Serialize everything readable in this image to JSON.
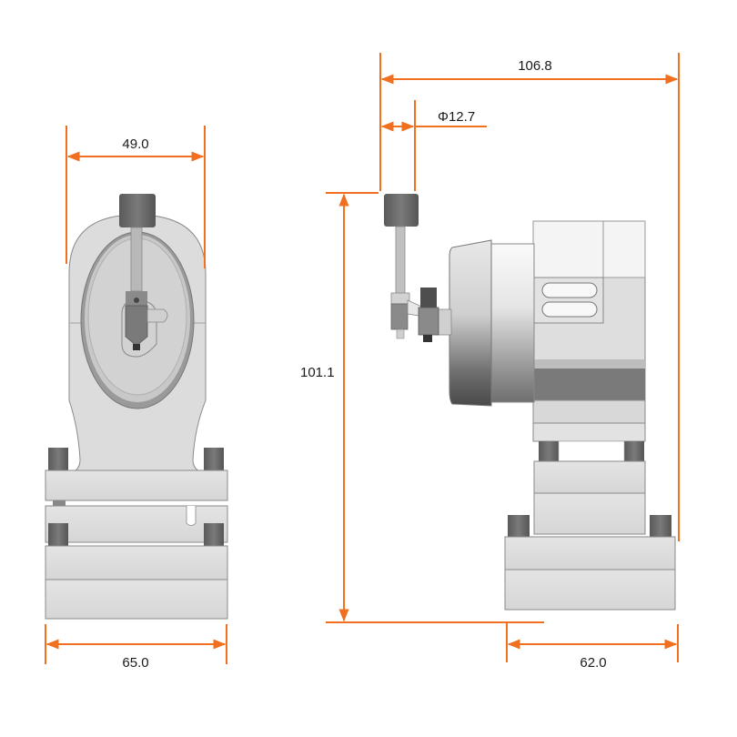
{
  "drawing": {
    "accent_color": "#f07020",
    "front_view": {
      "top_width_label": "49.0",
      "base_width_label": "65.0"
    },
    "side_view": {
      "overall_length_label": "106.8",
      "diameter_label": "Φ12.7",
      "overall_height_label": "101.1",
      "base_depth_label": "62.0"
    }
  }
}
